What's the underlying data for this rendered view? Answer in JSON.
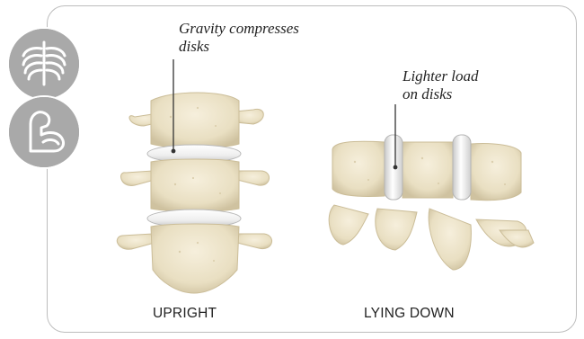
{
  "icons": {
    "first": "ribcage-icon",
    "second": "flexed-arm-icon",
    "fill_color": "#a9a9a9"
  },
  "upright": {
    "callout": "Gravity compresses\ndisks",
    "caption": "UPRIGHT"
  },
  "lying_down": {
    "callout": "Lighter load\non disks",
    "caption": "LYING DOWN"
  },
  "colors": {
    "bone": "#ece3c9",
    "bone_shadow": "#cfc3a2",
    "disk": "#f2f2f2",
    "disk_shadow": "#bdbdbd",
    "leader_line": "#333333"
  }
}
